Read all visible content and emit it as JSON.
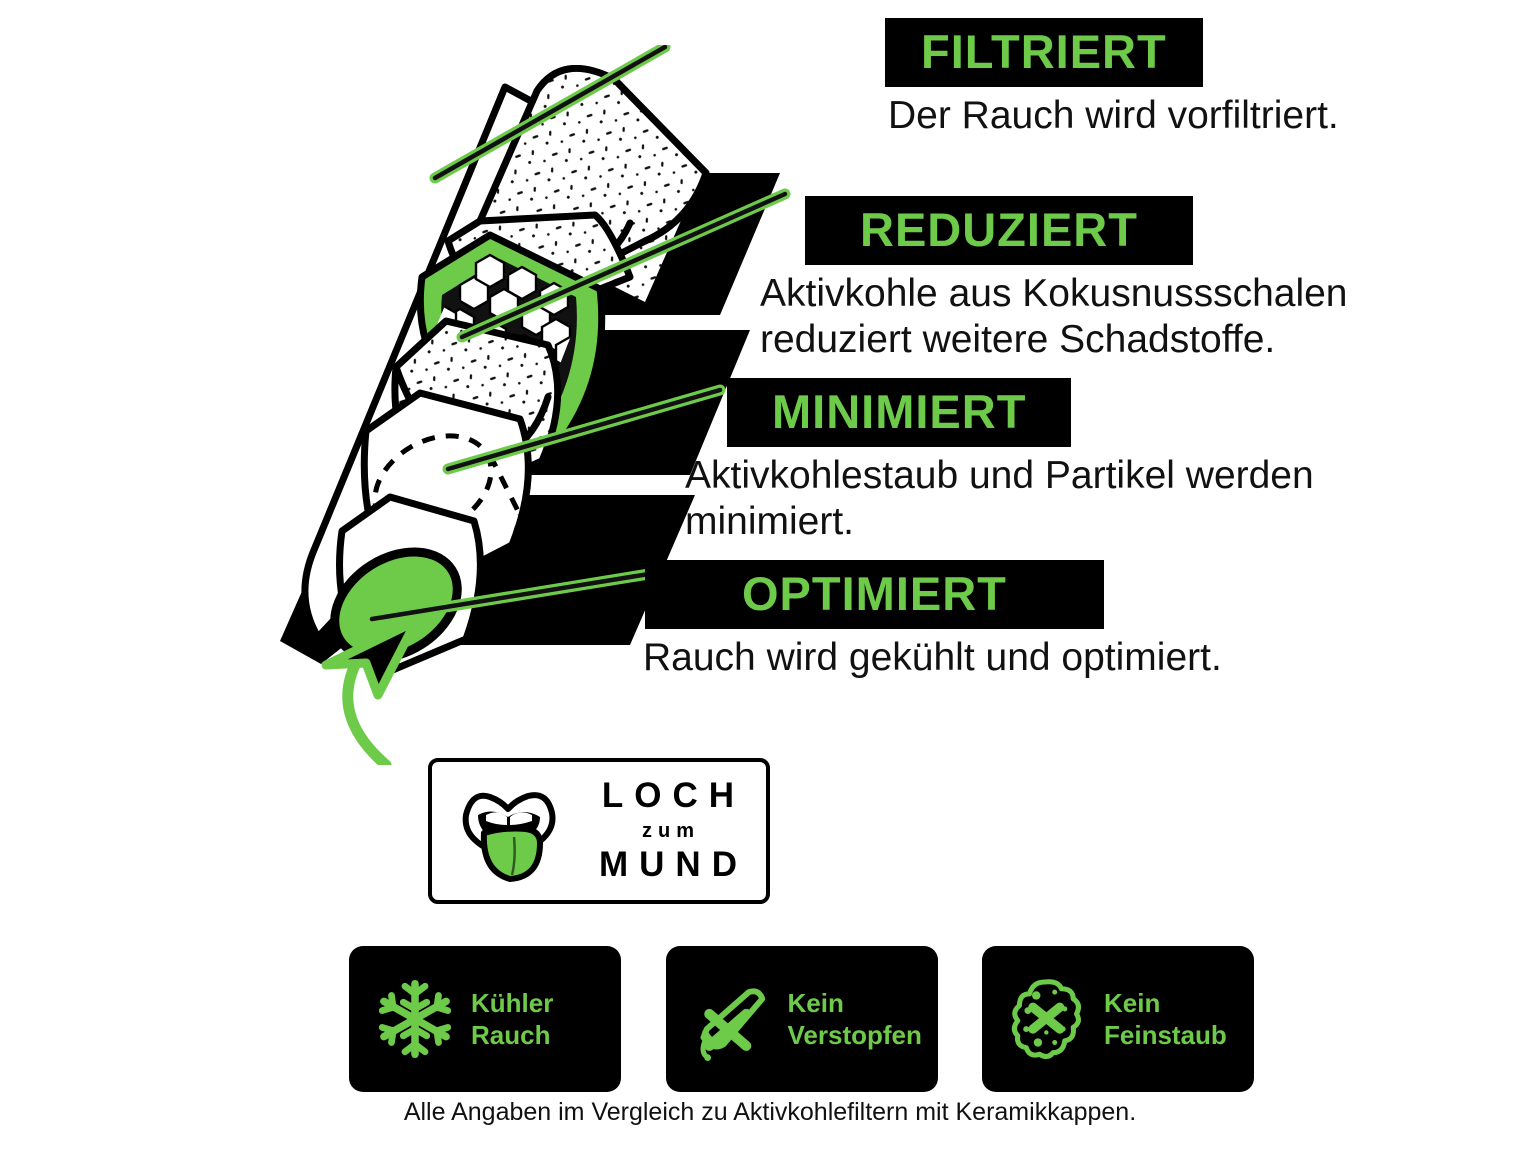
{
  "colors": {
    "green": "#6ECB4A",
    "black": "#000000",
    "white": "#FFFFFF",
    "text": "#111111"
  },
  "callouts": [
    {
      "id": "filtriert",
      "banner": "FILTRIERT",
      "description": "Der Rauch wird vorfiltriert."
    },
    {
      "id": "reduziert",
      "banner": "REDUZIERT",
      "description": "Aktivkohle aus Kokusnussschalen\nreduziert weitere Schadstoffe."
    },
    {
      "id": "minimiert",
      "banner": "MINIMIERT",
      "description": "Aktivkohlestaub und Partikel werden\nminimiert."
    },
    {
      "id": "optimiert",
      "banner": "OPTIMIERT",
      "description": "Rauch wird gekühlt und optimiert."
    }
  ],
  "mouth_badge": {
    "icon": "mouth-tongue-icon",
    "line1": "LOCH",
    "line2": "zum",
    "line3": "MUND"
  },
  "features": [
    {
      "icon": "snowflake-icon",
      "label": "Kühler\nRauch"
    },
    {
      "icon": "clogged-filter-crossed-icon",
      "label": "Kein\nVerstopfen"
    },
    {
      "icon": "dust-particles-crossed-icon",
      "label": "Kein\nFeinstaub"
    }
  ],
  "footnote": "Alle Angaben im Vergleich zu Aktivkohlefiltern mit Keramikkappen.",
  "illustration": {
    "name": "activated-carbon-filter-cutaway",
    "segments": [
      "cellulose-prefilter-segment",
      "activated-carbon-segment",
      "cellulose-postfilter-segment",
      "airflow-chamber-segment",
      "green-mouth-opening"
    ]
  }
}
